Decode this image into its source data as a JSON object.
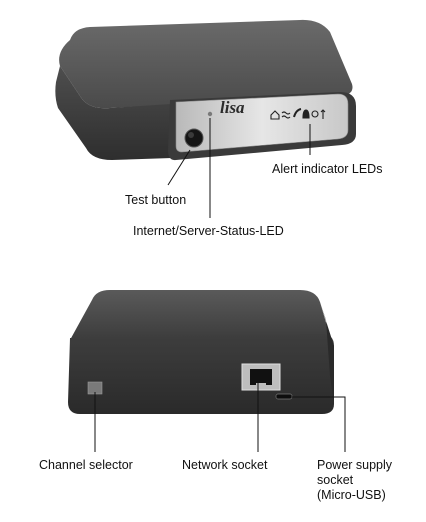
{
  "device": {
    "brand": "lisa"
  },
  "top_view": {
    "labels": {
      "test_button": "Test button",
      "status_led": "Internet/Server-Status-LED",
      "alert_leds": "Alert indicator LEDs"
    }
  },
  "back_view": {
    "labels": {
      "channel_selector": "Channel selector",
      "network_socket": "Network socket",
      "power_socket_line1": "Power  supply",
      "power_socket_line2": "socket",
      "power_socket_line3": "(Micro-USB)"
    }
  },
  "icons": [
    "house-icon",
    "wave-icon",
    "phone-icon",
    "bell-icon",
    "smoke-icon",
    "arrow-up-icon"
  ]
}
